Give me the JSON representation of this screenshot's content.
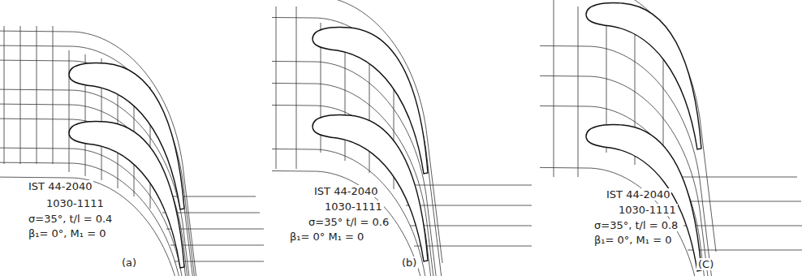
{
  "diagram": {
    "labels": [
      "IST 44-2040",
      "1030-1111",
      "σ=35°, t/l = 0.4",
      "β₁= 0°, M₁ = 0",
      "(a)",
      "IST 44-2040",
      "1030-1111",
      "σ=35° t/l = 0.6",
      "β₁= 0°  M₁ = 0",
      "(b)",
      "IST 44-2040",
      "1030-1111",
      "σ=35°, t/l = 0.8",
      "β₁= 0°, M₁ = 0",
      "(C)"
    ]
  }
}
